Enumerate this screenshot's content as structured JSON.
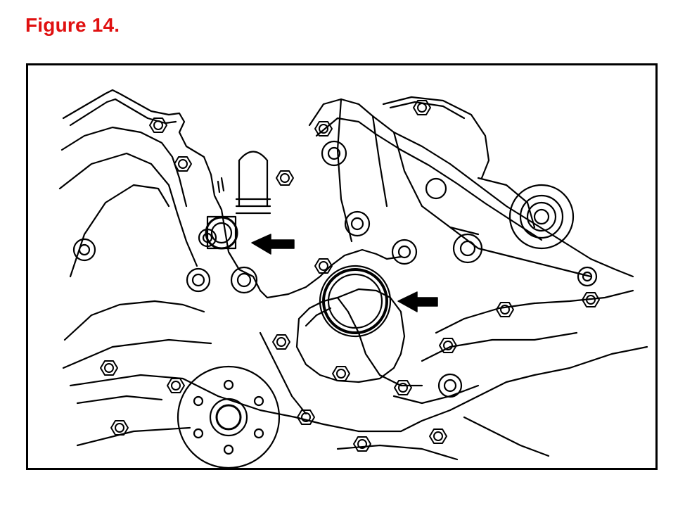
{
  "figure": {
    "title": "Figure 14.",
    "title_color": "#e01010",
    "line_color": "#000000",
    "arrow_targets": [
      "upper-fitting-arrow",
      "seal-housing-arrow"
    ]
  }
}
